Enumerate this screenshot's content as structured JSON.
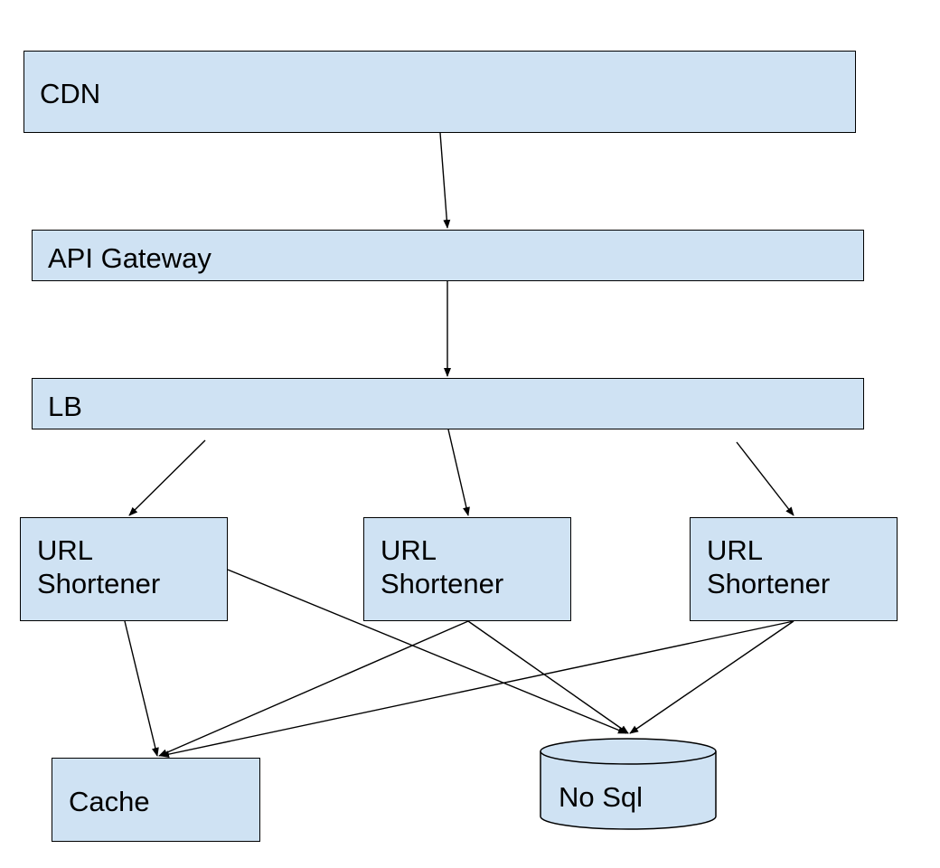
{
  "nodes": {
    "cdn": "CDN",
    "api_gateway": "API Gateway",
    "lb": "LB",
    "url_shortener_1": "URL\nShortener",
    "url_shortener_2": "URL\nShortener",
    "url_shortener_3": "URL\nShortener",
    "cache": "Cache",
    "nosql": "No Sql"
  },
  "colors": {
    "box_fill": "#cfe2f3",
    "stroke": "#000000"
  },
  "edges": [
    {
      "from": "cdn",
      "to": "api_gateway"
    },
    {
      "from": "api_gateway",
      "to": "lb"
    },
    {
      "from": "lb",
      "to": "url_shortener_1"
    },
    {
      "from": "lb",
      "to": "url_shortener_2"
    },
    {
      "from": "lb",
      "to": "url_shortener_3"
    },
    {
      "from": "url_shortener_1",
      "to": "cache"
    },
    {
      "from": "url_shortener_1",
      "to": "nosql"
    },
    {
      "from": "url_shortener_2",
      "to": "cache"
    },
    {
      "from": "url_shortener_2",
      "to": "nosql"
    },
    {
      "from": "url_shortener_3",
      "to": "cache"
    },
    {
      "from": "url_shortener_3",
      "to": "nosql"
    }
  ]
}
